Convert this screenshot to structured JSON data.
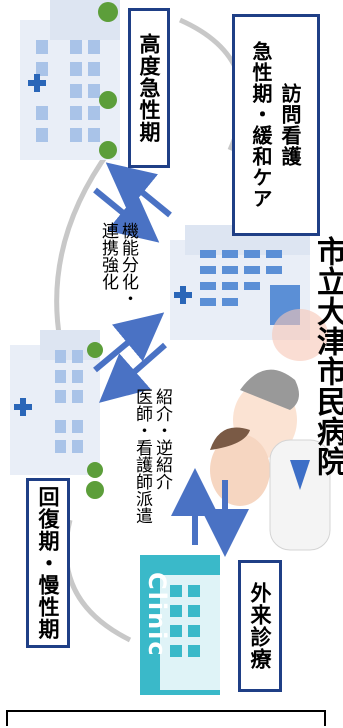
{
  "nodes": {
    "acute_hospital": {
      "label": "高度急性期"
    },
    "acute_palliative": {
      "label_line1": "急性期・緩和ケア",
      "label_line2": "訪問看護"
    },
    "recovery_hospital": {
      "label": "回復期・慢性期"
    },
    "clinic": {
      "sign": "Clinic",
      "label": "外来診療"
    },
    "main_hospital": {
      "label": "市立大津市民病院"
    }
  },
  "edges": {
    "acute_link": {
      "label_line1": "機能分化・",
      "label_line2": "連携強化"
    },
    "recovery_link": {
      "label_line1": "紹介・逆紹介",
      "label_line2": "医師・看護師派遣"
    }
  },
  "colors": {
    "arrow": "#4a72c4",
    "box_border": "#1f3f86",
    "clinic": "#3ab9c9",
    "building": "#e9eef7",
    "window": "#a9c3e8",
    "cross": "#2a66b8",
    "tree": "#5c9e3a"
  }
}
